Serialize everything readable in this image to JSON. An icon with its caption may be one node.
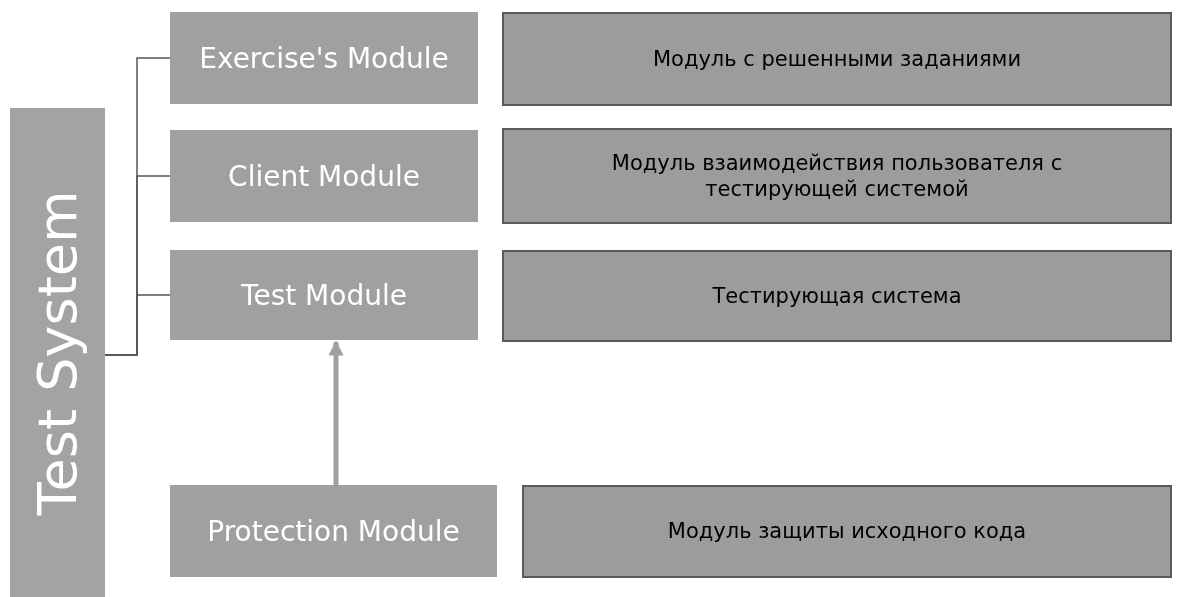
{
  "diagram": {
    "nodes": [
      {
        "text": [
          "Test System"
        ]
      },
      {
        "text": [
          "Exercise's Module"
        ]
      },
      {
        "text": [
          "Client Module"
        ]
      },
      {
        "text": [
          "Test Module"
        ]
      },
      {
        "text": [
          "Protection Module"
        ]
      },
      {
        "text": [
          "Модуль с решенными заданиями"
        ]
      },
      {
        "text": [
          "Модуль взаимодействия пользователя с тестирующей системой"
        ]
      },
      {
        "text": [
          "Тестирующая система"
        ]
      },
      {
        "text": [
          "Модуль защиты исходного кода"
        ]
      }
    ],
    "edges": [
      {
        "from": 0,
        "to": 1,
        "arrow": "none"
      },
      {
        "from": 0,
        "to": 2,
        "arrow": "none"
      },
      {
        "from": 0,
        "to": 3,
        "arrow": "none"
      },
      {
        "from": 4,
        "to": 3,
        "arrow": "to",
        "style": "thick",
        "color": "#a0a0a0"
      }
    ]
  }
}
